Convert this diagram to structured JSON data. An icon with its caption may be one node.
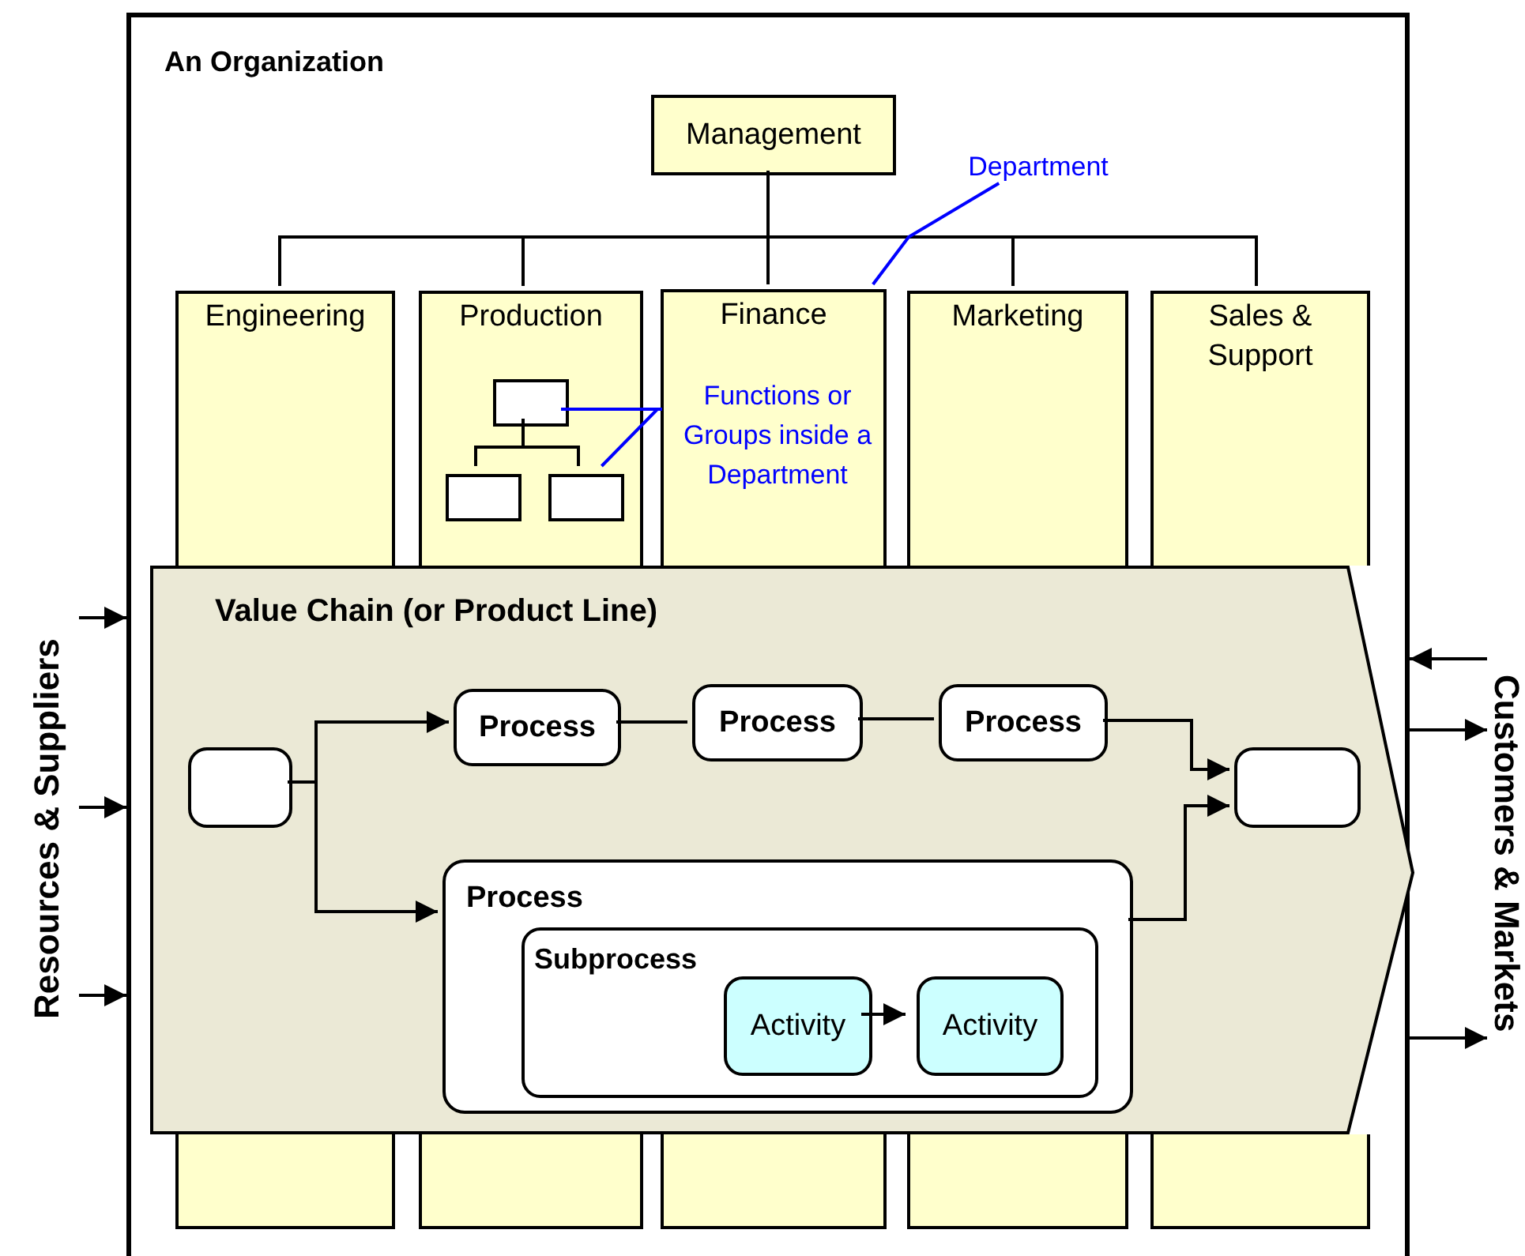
{
  "diagram": {
    "nodes": [
      {
        "text": [
          "An Organization"
        ]
      },
      {
        "text": [
          "Management"
        ],
        "in": 0
      },
      {
        "text": [
          "Engineering"
        ],
        "in": 0
      },
      {
        "text": [
          "Production"
        ],
        "in": 0
      },
      {
        "text": [
          "Finance"
        ],
        "in": 0
      },
      {
        "text": [
          "Marketing"
        ],
        "in": 0
      },
      {
        "text": [
          "Sales & Support"
        ],
        "in": 0
      },
      {
        "text": [],
        "shape": "box",
        "in": 3
      },
      {
        "text": [],
        "shape": "box",
        "in": 3
      },
      {
        "text": [],
        "shape": "box",
        "in": 3
      },
      {
        "text": [
          "Department"
        ],
        "in": 0
      },
      {
        "text": [
          "Functions or Groups inside a Department"
        ],
        "in": 4
      },
      {
        "text": [
          "Value Chain (or Product Line)"
        ],
        "in": 0
      },
      {
        "text": [],
        "shape": "box",
        "in": 12
      },
      {
        "text": [
          "Process"
        ],
        "in": 12
      },
      {
        "text": [
          "Process"
        ],
        "in": 12
      },
      {
        "text": [
          "Process"
        ],
        "in": 12
      },
      {
        "text": [],
        "shape": "box",
        "in": 12
      },
      {
        "text": [
          "Process"
        ],
        "in": 12
      },
      {
        "text": [
          "Subprocess"
        ],
        "in": 18
      },
      {
        "text": [
          "Activity"
        ],
        "in": 19
      },
      {
        "text": [
          "Activity"
        ],
        "in": 19
      },
      {
        "text": [
          "Resources & Suppliers"
        ]
      },
      {
        "text": [
          "Customers & Markets"
        ]
      },
      {
        "text": [],
        "shape": "box",
        "in": 0
      },
      {
        "text": [],
        "shape": "box",
        "in": 0
      },
      {
        "text": [],
        "shape": "box",
        "in": 0
      },
      {
        "text": [],
        "shape": "box",
        "in": 0
      },
      {
        "text": [],
        "shape": "box",
        "in": 0
      }
    ],
    "edges": [
      {
        "from": 1,
        "to": 2,
        "arrow": "none"
      },
      {
        "from": 1,
        "to": 3,
        "arrow": "none"
      },
      {
        "from": 1,
        "to": 4,
        "arrow": "none"
      },
      {
        "from": 1,
        "to": 5,
        "arrow": "none"
      },
      {
        "from": 1,
        "to": 6,
        "arrow": "none"
      },
      {
        "from": 7,
        "to": 8,
        "arrow": "none"
      },
      {
        "from": 7,
        "to": 9,
        "arrow": "none"
      },
      {
        "from": 10,
        "to": 4,
        "arrow": "none",
        "color": "#0000ff"
      },
      {
        "from": 11,
        "to": 7,
        "arrow": "none",
        "color": "#0000ff"
      },
      {
        "from": 11,
        "to": 9,
        "arrow": "none",
        "color": "#0000ff"
      },
      {
        "from": 13,
        "to": 14,
        "arrow": "to"
      },
      {
        "from": 13,
        "to": 18,
        "arrow": "to"
      },
      {
        "from": 14,
        "to": 15,
        "arrow": "none"
      },
      {
        "from": 15,
        "to": 16,
        "arrow": "none"
      },
      {
        "from": 16,
        "to": 17,
        "arrow": "to"
      },
      {
        "from": 18,
        "to": 17,
        "arrow": "to"
      },
      {
        "from": 20,
        "to": 21,
        "arrow": "to"
      },
      {
        "from": 22,
        "to": 0,
        "arrow": "to"
      },
      {
        "from": 22,
        "to": 0,
        "arrow": "to"
      },
      {
        "from": 22,
        "to": 0,
        "arrow": "to"
      },
      {
        "from": 23,
        "to": 0,
        "arrow": "to"
      },
      {
        "from": 0,
        "to": 23,
        "arrow": "to"
      },
      {
        "from": 0,
        "to": 23,
        "arrow": "to"
      }
    ]
  }
}
